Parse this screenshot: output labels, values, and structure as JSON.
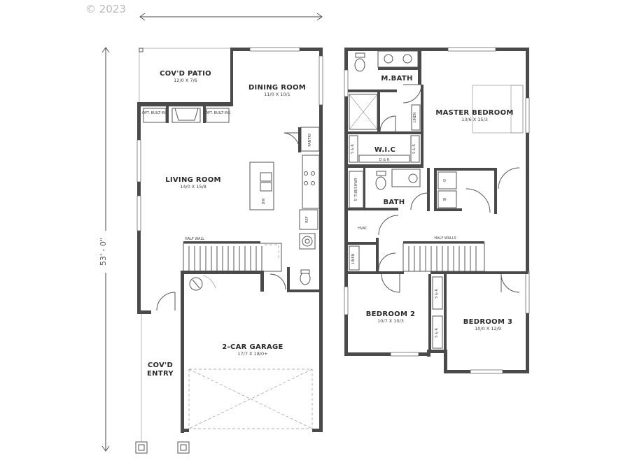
{
  "copyright": "© 2023",
  "overall_depth": "53' - 0\"",
  "first_floor": {
    "patio": {
      "name": "COV'D PATIO",
      "size": "12/0 X 7/6"
    },
    "dining": {
      "name": "DINING ROOM",
      "size": "11/0 X 10/1"
    },
    "living": {
      "name": "LIVING ROOM",
      "size": "14/0 X 15/8"
    },
    "garage": {
      "name": "2-CAR GARAGE",
      "size": "17/7 X 18/0+"
    },
    "entry_line1": "COV'D",
    "entry_line2": "ENTRY",
    "opt_builtin_left": "OPT. BUILT-INS",
    "opt_builtin_right": "OPT. BUILT-INS",
    "pantry": "PANTRY",
    "dw": "DW",
    "ref": "REF",
    "half_wall": "HALF WALL"
  },
  "second_floor": {
    "mbath": {
      "name": "M.BATH"
    },
    "master": {
      "name": "MASTER BEDROOM",
      "size": "13/6 X 15/3"
    },
    "wic": {
      "name": "W.I.C"
    },
    "bath": {
      "name": "BATH"
    },
    "bed2": {
      "name": "BEDROOM 2",
      "size": "10/7 X 10/3"
    },
    "bed3": {
      "name": "BEDROOM 3",
      "size": "10/0 X 12/9"
    },
    "linen_upper": "LINEN",
    "linen_lower": "LINEN",
    "sr_left": "S & R",
    "sr_right": "S & R",
    "sr_wic": "D & R",
    "sr_bed2": "S & R",
    "sr_bed3": "S & R",
    "tub": "5' TUB/SHWR",
    "hvac": "HVAC",
    "half_walls": "HALF WALLS",
    "dryer": "D",
    "washer": "W"
  }
}
